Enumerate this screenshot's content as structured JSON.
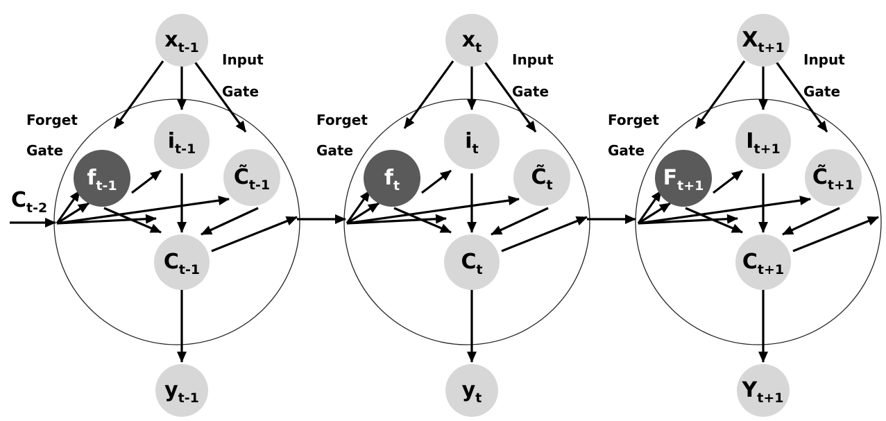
{
  "cells": [
    {
      "x": {
        "main": "x",
        "sub": "t-1"
      },
      "i": {
        "main": "i",
        "sub": "t-1"
      },
      "f": {
        "main": "f",
        "sub": "t-1"
      },
      "ct": {
        "main": "C̃",
        "sub": "t-1"
      },
      "c": {
        "main": "C",
        "sub": "t-1"
      },
      "y": {
        "main": "y",
        "sub": "t-1"
      },
      "forget_gate": [
        "Forget",
        "Gate"
      ],
      "input_gate": [
        "Input",
        "Gate"
      ]
    },
    {
      "x": {
        "main": "x",
        "sub": "t"
      },
      "i": {
        "main": "i",
        "sub": "t"
      },
      "f": {
        "main": "f",
        "sub": "t"
      },
      "ct": {
        "main": "C̃",
        "sub": "t"
      },
      "c": {
        "main": "C",
        "sub": "t"
      },
      "y": {
        "main": "y",
        "sub": "t"
      },
      "forget_gate": [
        "Forget",
        "Gate"
      ],
      "input_gate": [
        "Input",
        "Gate"
      ]
    },
    {
      "x": {
        "main": "X",
        "sub": "t+1"
      },
      "i": {
        "main": "I",
        "sub": "t+1"
      },
      "f": {
        "main": "F",
        "sub": "t+1"
      },
      "ct": {
        "main": "C̃",
        "sub": "t+1"
      },
      "c": {
        "main": "C",
        "sub": "t+1"
      },
      "y": {
        "main": "Y",
        "sub": "t+1"
      },
      "forget_gate": [
        "Forget",
        "Gate"
      ],
      "input_gate": [
        "Input",
        "Gate"
      ]
    }
  ],
  "prev_state": {
    "main": "C",
    "sub": "t-2"
  }
}
